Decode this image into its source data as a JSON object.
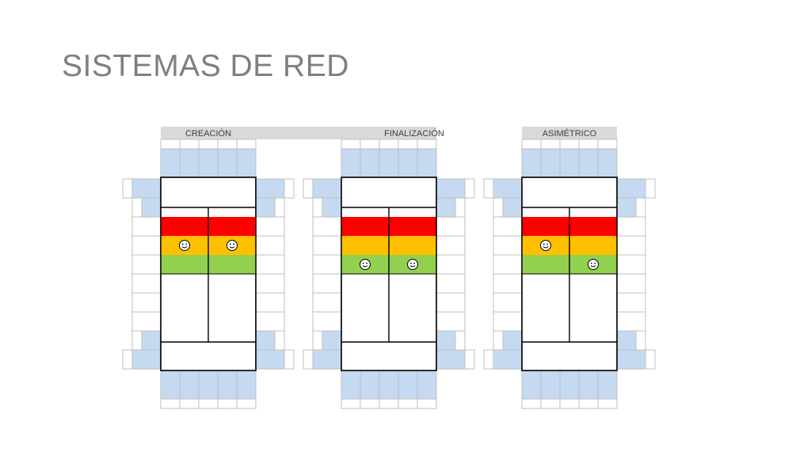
{
  "title": "SISTEMAS DE RED",
  "colors": {
    "header_bg": "#d9d9d9",
    "court_blue": "#c5d9f1",
    "red": "#ff0000",
    "orange": "#ffc000",
    "green": "#92d050",
    "grid": "#bfbfbf",
    "line": "#000000"
  },
  "diagrams": [
    {
      "label": "CREACIÓN",
      "rows": [
        "red",
        "orange",
        "green"
      ],
      "players": [
        {
          "column": "left",
          "row": "orange",
          "icon": "smiley-icon"
        },
        {
          "column": "right",
          "row": "orange",
          "icon": "smiley-icon"
        }
      ]
    },
    {
      "label": "FINALIZACIÓN",
      "rows": [
        "red",
        "orange",
        "green"
      ],
      "players": [
        {
          "column": "left",
          "row": "green",
          "icon": "smiley-icon"
        },
        {
          "column": "right",
          "row": "green",
          "icon": "smiley-icon"
        }
      ]
    },
    {
      "label": "ASIMÉTRICO",
      "rows": [
        "red",
        "orange",
        "green"
      ],
      "players": [
        {
          "column": "left",
          "row": "orange",
          "icon": "smiley-icon"
        },
        {
          "column": "right",
          "row": "green",
          "icon": "smiley-icon"
        }
      ]
    }
  ]
}
